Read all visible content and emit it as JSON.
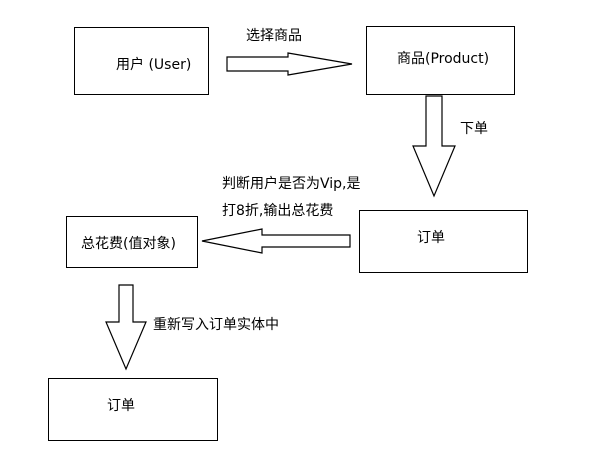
{
  "nodes": {
    "user": "用户 (User)",
    "product": "商品(Product)",
    "order_top": "订单",
    "total_cost": "总花费(值对象)",
    "order_bottom": "订单"
  },
  "edges": {
    "select_product": "选择商品",
    "place_order": "下单",
    "vip_check_line1": "判断用户是否为Vip,是",
    "vip_check_line2": "打8折,输出总花费",
    "rewrite": "重新写入订单实体中"
  }
}
